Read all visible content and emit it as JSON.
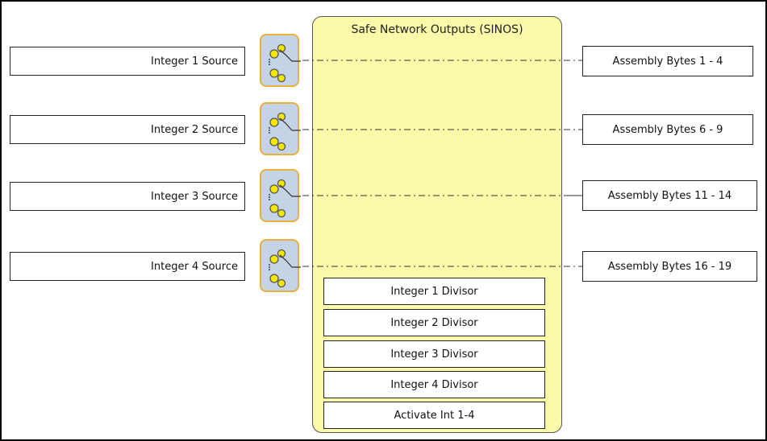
{
  "main_block": {
    "title": "Safe Network Outputs (SINOS)"
  },
  "sources": [
    {
      "label": "Integer 1 Source"
    },
    {
      "label": "Integer 2 Source"
    },
    {
      "label": "Integer 3 Source"
    },
    {
      "label": "Integer 4 Source"
    }
  ],
  "assemblies": [
    {
      "label": "Assembly Bytes 1 - 4"
    },
    {
      "label": "Assembly Bytes 6 - 9"
    },
    {
      "label": "Assembly Bytes 11 - 14"
    },
    {
      "label": "Assembly Bytes 16 - 19"
    }
  ],
  "divisors": [
    {
      "label": "Integer 1 Divisor"
    },
    {
      "label": "Integer 2 Divisor"
    },
    {
      "label": "Integer 3 Divisor"
    },
    {
      "label": "Integer 4 Divisor"
    },
    {
      "label": "Activate Int 1-4"
    }
  ],
  "icons": {
    "switch": "selector-switch-icon"
  },
  "colors": {
    "block_fill": "#fafaa8",
    "switch_fill": "#c5d3e6",
    "switch_border": "#e8b13a",
    "contact_fill": "#f5e600"
  }
}
